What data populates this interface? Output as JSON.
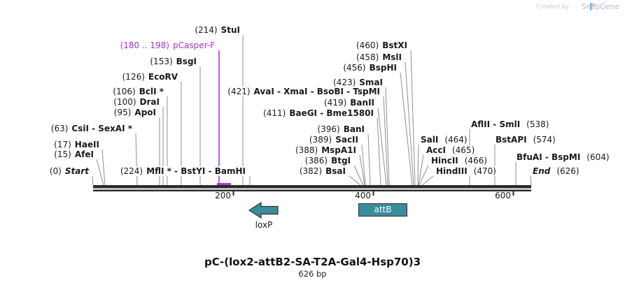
{
  "watermark": {
    "created_by": "Created by",
    "brand": "SnapGene"
  },
  "title": {
    "name": "pC-(lox2-attB2-SA-T2A-Gal4-Hsp70)3",
    "length": "626 bp"
  },
  "ruler": {
    "tick_labels": [
      "200",
      "400",
      "600"
    ]
  },
  "features": {
    "loxp_label": "loxP",
    "attb_label": "attB"
  },
  "colors": {
    "feature_teal": "#3b8b9e",
    "primer_purple": "#9c36d8",
    "line_gray": "#8f8f8f"
  },
  "sites": [
    {
      "pre": "(214)",
      "names": "StuI"
    },
    {
      "pre": "(180 .. 198)",
      "names": "pCasper-F"
    },
    {
      "pre": "(153)",
      "names": "BsgI"
    },
    {
      "pre": "(126)",
      "names": "EcoRV"
    },
    {
      "pre": "(106)",
      "names": "BclI *"
    },
    {
      "pre": "(100)",
      "names": "DraI"
    },
    {
      "pre": "(95)",
      "names": "ApoI"
    },
    {
      "pre": "(63)",
      "names": "CsiI - SexAI *"
    },
    {
      "pre": "(17)",
      "names": "HaeII"
    },
    {
      "pre": "(15)",
      "names": "AfeI"
    },
    {
      "pre": "(0)",
      "names": "Start"
    },
    {
      "pre": "(224)",
      "names": "MflI * - BstYI - BamHI"
    },
    {
      "pre": "(421)",
      "names": "AvaI - XmaI - BsoBI - TspMI"
    },
    {
      "pre": "(423)",
      "names": "SmaI"
    },
    {
      "pre": "(419)",
      "names": "BanII"
    },
    {
      "pre": "(411)",
      "names": "BaeGI - Bme1580I"
    },
    {
      "pre": "(456)",
      "names": "BspHI"
    },
    {
      "pre": "(458)",
      "names": "MslI"
    },
    {
      "pre": "(460)",
      "names": "BstXI"
    },
    {
      "pre": "(396)",
      "names": "BanI"
    },
    {
      "pre": "(389)",
      "names": "SacII"
    },
    {
      "pre": "(388)",
      "names": "MspA1I"
    },
    {
      "pre": "(386)",
      "names": "BtgI"
    },
    {
      "pre": "(382)",
      "names": "BsaI"
    },
    {
      "names": "SalI",
      "suf": "(464)"
    },
    {
      "names": "AccI",
      "suf": "(465)"
    },
    {
      "names": "HincII",
      "suf": "(466)"
    },
    {
      "names": "HindIII",
      "suf": "(470)"
    },
    {
      "names": "AflII - SmlI",
      "suf": "(538)"
    },
    {
      "names": "BstAPI",
      "suf": "(574)"
    },
    {
      "names": "BfuAI - BspMI",
      "suf": "(604)"
    },
    {
      "names": "End",
      "suf": "(626)"
    }
  ]
}
